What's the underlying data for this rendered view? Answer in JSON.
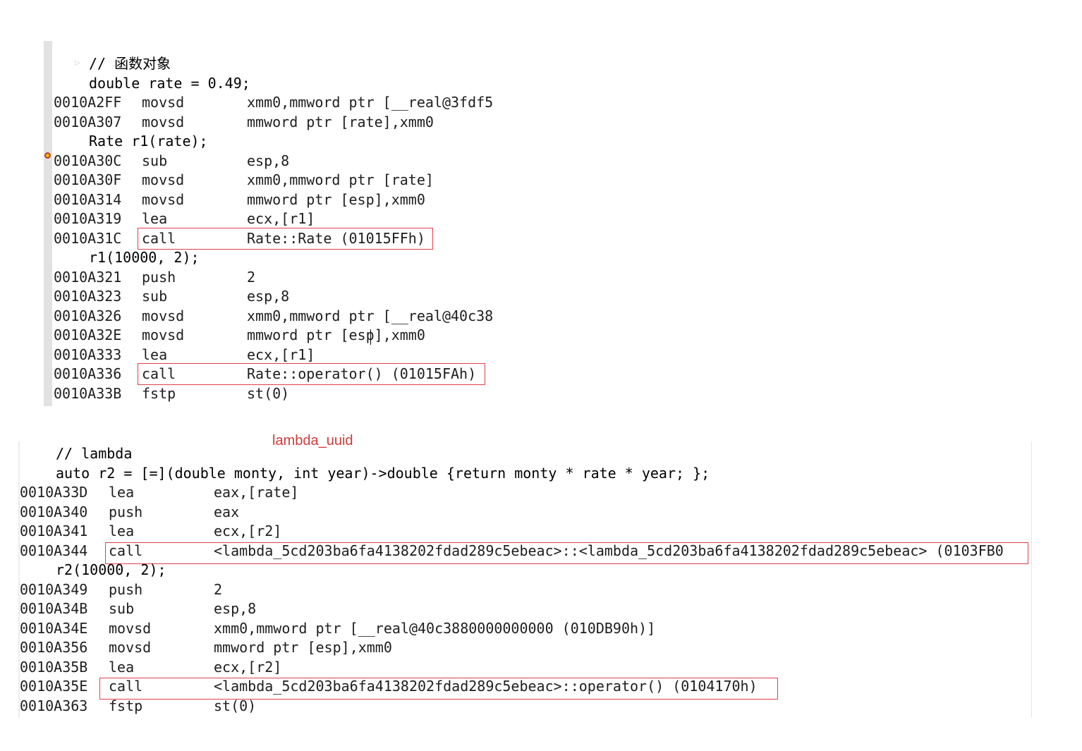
{
  "annotation_label": "lambda_uuid",
  "panel_function_object": {
    "lines": [
      {
        "type": "src",
        "text": "// 函数对象"
      },
      {
        "type": "src",
        "text": "double rate = 0.49;"
      },
      {
        "type": "asm",
        "addr": "0010A2FF",
        "mnemonic": "movsd",
        "operands": "xmm0,mmword ptr [__real@3fdf5"
      },
      {
        "type": "asm",
        "addr": "0010A307",
        "mnemonic": "movsd",
        "operands": "mmword ptr [rate],xmm0"
      },
      {
        "type": "src",
        "text": "Rate r1(rate);"
      },
      {
        "type": "asm",
        "addr": "0010A30C",
        "mnemonic": "sub",
        "operands": "esp,8"
      },
      {
        "type": "asm",
        "addr": "0010A30F",
        "mnemonic": "movsd",
        "operands": "xmm0,mmword ptr [rate]"
      },
      {
        "type": "asm",
        "addr": "0010A314",
        "mnemonic": "movsd",
        "operands": "mmword ptr [esp],xmm0"
      },
      {
        "type": "asm",
        "addr": "0010A319",
        "mnemonic": "lea",
        "operands": "ecx,[r1]"
      },
      {
        "type": "asm",
        "addr": "0010A31C",
        "mnemonic": "call",
        "operands": "Rate::Rate (01015FFh)"
      },
      {
        "type": "src",
        "text": "r1(10000, 2);"
      },
      {
        "type": "asm",
        "addr": "0010A321",
        "mnemonic": "push",
        "operands": "2"
      },
      {
        "type": "asm",
        "addr": "0010A323",
        "mnemonic": "sub",
        "operands": "esp,8"
      },
      {
        "type": "asm",
        "addr": "0010A326",
        "mnemonic": "movsd",
        "operands": "xmm0,mmword ptr [__real@40c38"
      },
      {
        "type": "asm",
        "addr": "0010A32E",
        "mnemonic": "movsd",
        "operands": "mmword ptr [esp],xmm0"
      },
      {
        "type": "asm",
        "addr": "0010A333",
        "mnemonic": "lea",
        "operands": "ecx,[r1]"
      },
      {
        "type": "asm",
        "addr": "0010A336",
        "mnemonic": "call",
        "operands": "Rate::operator() (01015FAh)"
      },
      {
        "type": "asm",
        "addr": "0010A33B",
        "mnemonic": "fstp",
        "operands": "st(0)"
      }
    ]
  },
  "panel_lambda": {
    "lines": [
      {
        "type": "src",
        "text": "// lambda"
      },
      {
        "type": "src",
        "text": "auto r2 = [=](double monty, int year)->double {return monty * rate * year; };"
      },
      {
        "type": "asm",
        "addr": "0010A33D",
        "mnemonic": "lea",
        "operands": "eax,[rate]"
      },
      {
        "type": "asm",
        "addr": "0010A340",
        "mnemonic": "push",
        "operands": "eax"
      },
      {
        "type": "asm",
        "addr": "0010A341",
        "mnemonic": "lea",
        "operands": "ecx,[r2]"
      },
      {
        "type": "asm",
        "addr": "0010A344",
        "mnemonic": "call",
        "operands": "<lambda_5cd203ba6fa4138202fdad289c5ebeac>::<lambda_5cd203ba6fa4138202fdad289c5ebeac> (0103FB0"
      },
      {
        "type": "src",
        "text": "r2(10000, 2);"
      },
      {
        "type": "asm",
        "addr": "0010A349",
        "mnemonic": "push",
        "operands": "2"
      },
      {
        "type": "asm",
        "addr": "0010A34B",
        "mnemonic": "sub",
        "operands": "esp,8"
      },
      {
        "type": "asm",
        "addr": "0010A34E",
        "mnemonic": "movsd",
        "operands": "xmm0,mmword ptr [__real@40c3880000000000 (010DB90h)]"
      },
      {
        "type": "asm",
        "addr": "0010A356",
        "mnemonic": "movsd",
        "operands": "mmword ptr [esp],xmm0"
      },
      {
        "type": "asm",
        "addr": "0010A35B",
        "mnemonic": "lea",
        "operands": "ecx,[r2]"
      },
      {
        "type": "asm",
        "addr": "0010A35E",
        "mnemonic": "call",
        "operands": "<lambda_5cd203ba6fa4138202fdad289c5ebeac>::operator() (0104170h)"
      },
      {
        "type": "asm",
        "addr": "0010A363",
        "mnemonic": "fstp",
        "operands": "st(0)"
      }
    ]
  }
}
